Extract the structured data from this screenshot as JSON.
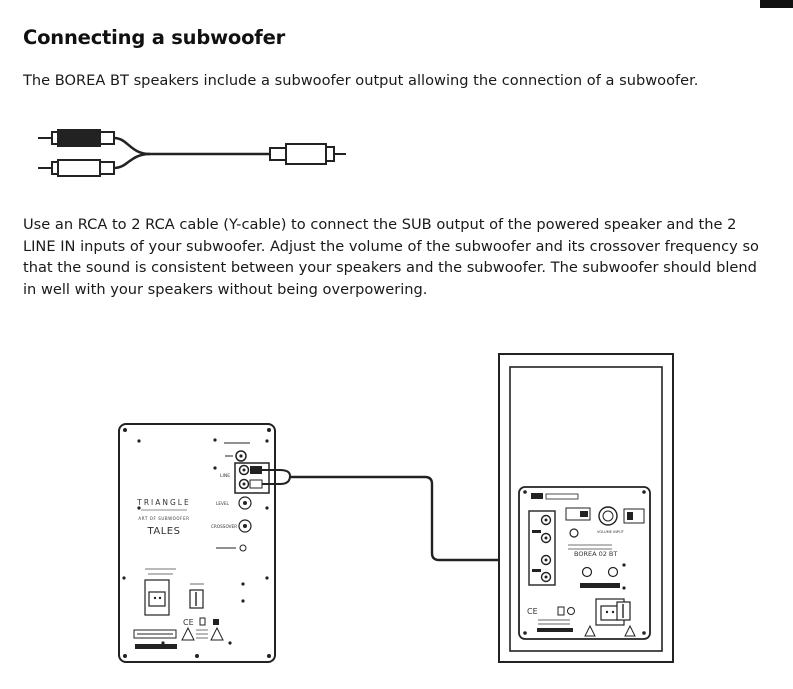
{
  "page": {
    "heading": "Connecting a subwoofer",
    "intro": "The BOREA BT speakers include a subwoofer output allowing the connection of a subwoofer.",
    "instructions": "Use an RCA to 2 RCA cable (Y-cable) to connect the SUB output of the powered speaker and the 2 LINE IN inputs of your subwoofer. Adjust the volume of the subwoofer and its crossover frequency so that the sound is consistent between your speakers and the subwoofer. The subwoofer should blend in well with your speakers without being overpowering."
  },
  "subwoofer_panel": {
    "brand": "TRIANGLE",
    "tagline": "ART OF SUBWOOFER",
    "model": "TALES",
    "input_label": "LINE",
    "level_label": "LEVEL",
    "crossover_label": "CROSSOVER",
    "ce_mark": "CE"
  },
  "speaker_panel": {
    "model": "BOREA 02 BT",
    "volume_label": "VOLUME INPUT",
    "ce_mark": "CE"
  },
  "colors": {
    "ink": "#1a1a1a",
    "line": "#222222",
    "panel_fill": "#ffffff"
  }
}
